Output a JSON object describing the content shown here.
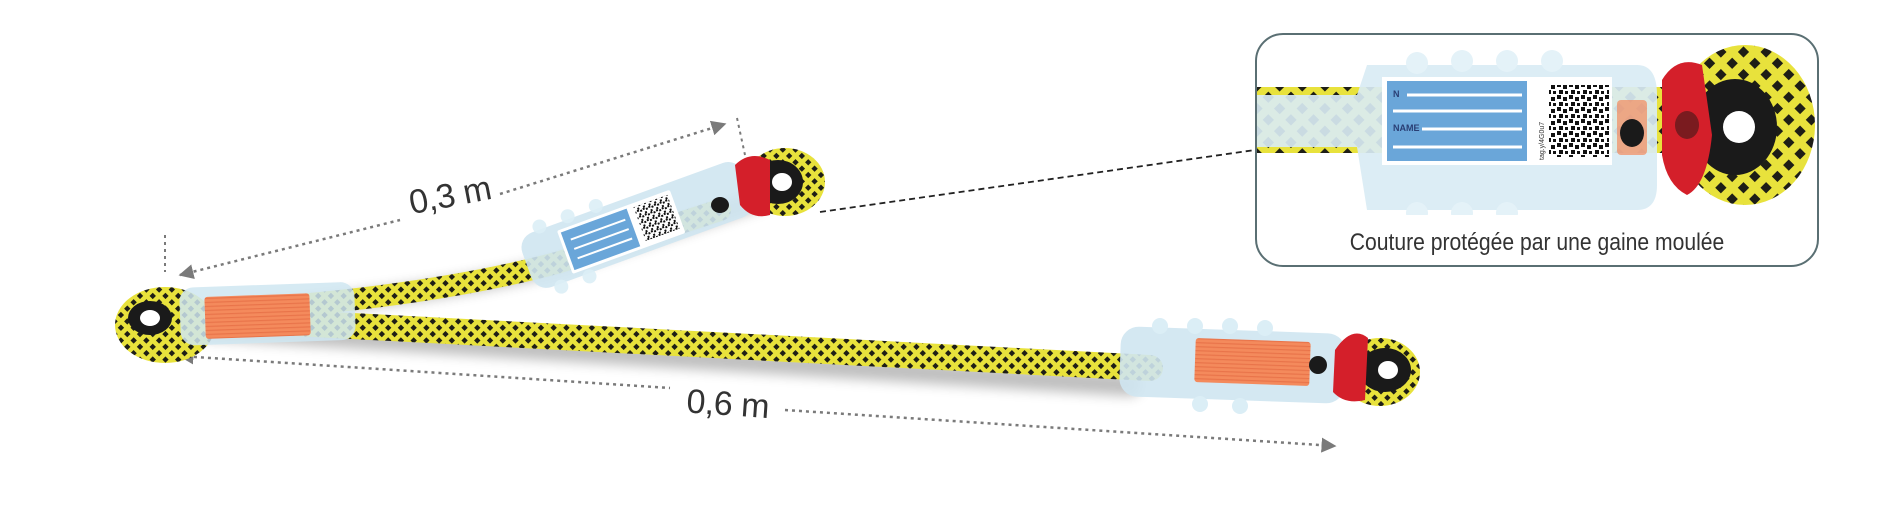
{
  "dimensions": {
    "short_length": "0,3 m",
    "long_length": "0,6 m"
  },
  "detail": {
    "caption": "Couture protégée par une gaine moulée",
    "tag_fields": [
      "N",
      "NAME"
    ],
    "qr_text": "tag.y/4G0u7"
  },
  "colors": {
    "rope_yellow": "#e6e03a",
    "rope_pattern": "#1d1d14",
    "sleeve": "#cfe6f1",
    "stitching": "#f38a60",
    "thimble_red": "#d41f2a",
    "thimble_black": "#1a1a1a",
    "tag_blue": "#6aa6d9",
    "dimension_line": "#7a7a7a"
  }
}
